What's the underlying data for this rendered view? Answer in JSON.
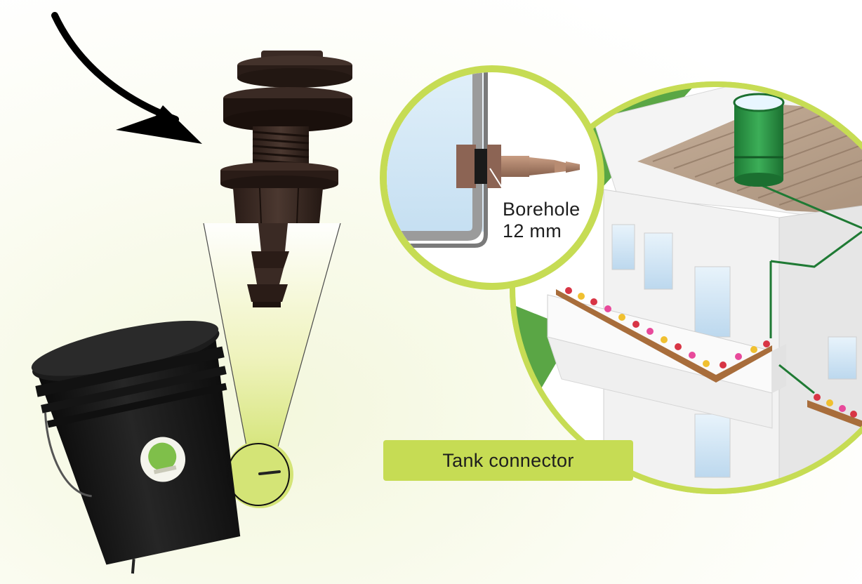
{
  "callout": {
    "borehole_line1": "Borehole",
    "borehole_line2": "12 mm"
  },
  "banner": {
    "label": "Tank connector"
  },
  "colors": {
    "accent_green": "#c6dc54",
    "bucket_black": "#1a1a1a",
    "connector_brown": "#3b2a24",
    "roof_wood": "#b49a82",
    "lawn_green": "#5aa645"
  }
}
